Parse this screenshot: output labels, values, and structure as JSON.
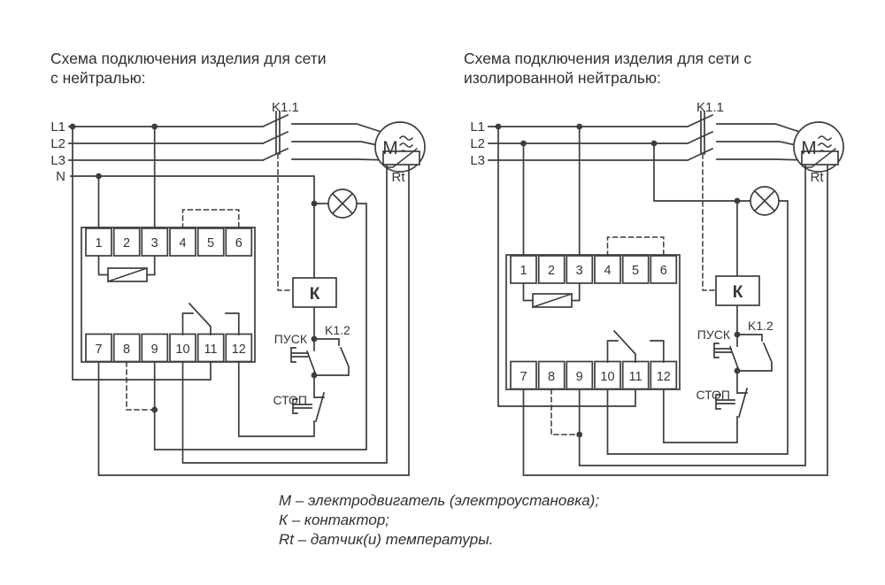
{
  "colors": {
    "line": "#3d3d3d",
    "text": "#353535",
    "background": "#ffffff"
  },
  "left_diagram": {
    "title_line1": "Схема подключения изделия для сети",
    "title_line2": "с нейтралью:",
    "phases": [
      "L1",
      "L2",
      "L3",
      "N"
    ],
    "main_contact_label": "K1.1",
    "aux_contact_label": "K1.2",
    "motor_label": "M",
    "sensor_label": "Rt",
    "contactor_coil_label": "К",
    "start_button_label": "ПУСК",
    "stop_button_label": "СТОП",
    "terminals_top": [
      "1",
      "2",
      "3",
      "4",
      "5",
      "6"
    ],
    "terminals_bottom": [
      "7",
      "8",
      "9",
      "10",
      "11",
      "12"
    ]
  },
  "right_diagram": {
    "title_line1": "Схема подключения изделия для сети с",
    "title_line2": "изолированной нейтралью:",
    "phases": [
      "L1",
      "L2",
      "L3"
    ],
    "main_contact_label": "K1.1",
    "aux_contact_label": "K1.2",
    "motor_label": "M",
    "sensor_label": "Rt",
    "contactor_coil_label": "К",
    "start_button_label": "ПУСК",
    "stop_button_label": "СТОП",
    "terminals_top": [
      "1",
      "2",
      "3",
      "4",
      "5",
      "6"
    ],
    "terminals_bottom": [
      "7",
      "8",
      "9",
      "10",
      "11",
      "12"
    ]
  },
  "legend": {
    "line1": "М – электродвигатель (электроустановка);",
    "line2": "К – контактор;",
    "line3": "Rt – датчик(и) температуры."
  }
}
